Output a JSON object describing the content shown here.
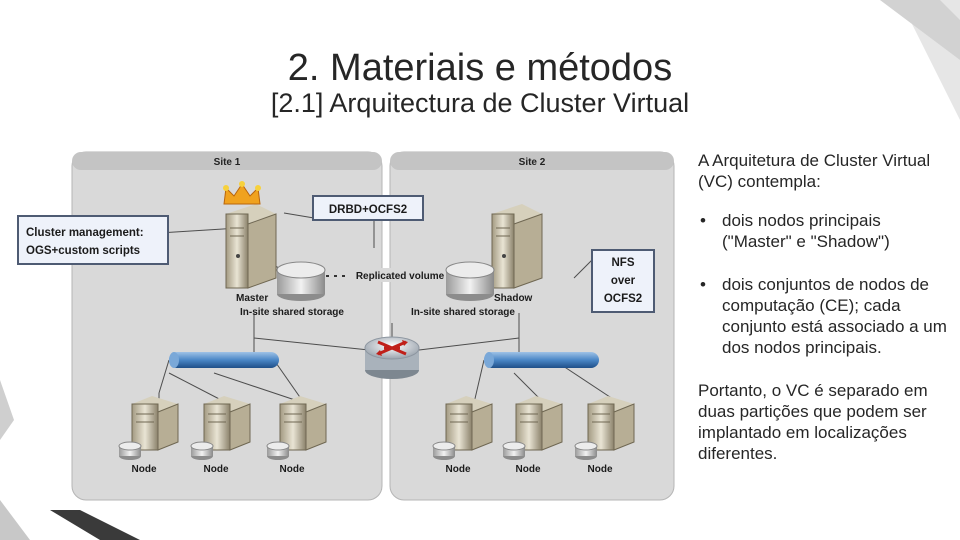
{
  "slide": {
    "title": "2. Materiais e métodos",
    "subtitle": "[2.1] Arquitectura de Cluster Virtual"
  },
  "diagram": {
    "site1_label": "Site 1",
    "site2_label": "Site 2",
    "cluster_mgmt_line1": "Cluster management:",
    "cluster_mgmt_line2": "OGS+custom scripts",
    "drbd_label": "DRBD+OCFS2",
    "replicated_volume_label": "Replicated volume",
    "nfs_line1": "NFS",
    "nfs_line2": "over",
    "nfs_line3": "OCFS2",
    "master_label": "Master",
    "master_storage_label": "In-site shared storage",
    "shadow_label": "Shadow",
    "shadow_storage_label": "In-site shared storage",
    "node_label": "Node"
  },
  "text": {
    "intro": "A  Arquitetura de Cluster Virtual (VC) contempla:",
    "bullets": [
      "dois nodos principais (\"Master\" e \"Shadow\")",
      "dois conjuntos de nodos de computação (CE); cada conjunto está associado a um dos nodos principais."
    ],
    "conclusion": "Portanto, o VC é separado em duas partições que podem ser implantado em localizações diferentes."
  }
}
